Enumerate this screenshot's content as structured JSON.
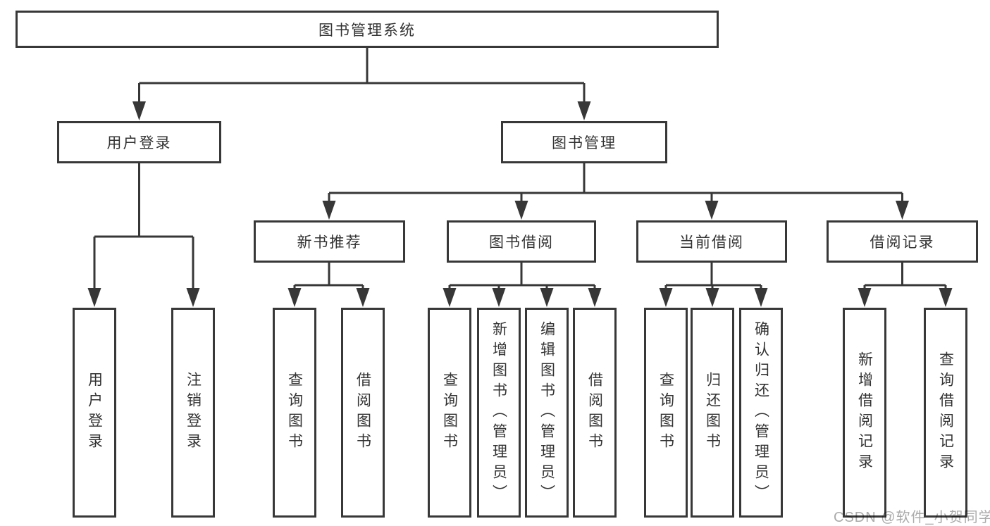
{
  "root": {
    "label": "图书管理系统"
  },
  "level2": [
    {
      "label": "用户登录"
    },
    {
      "label": "图书管理"
    }
  ],
  "level3": [
    {
      "label": "新书推荐"
    },
    {
      "label": "图书借阅"
    },
    {
      "label": "当前借阅"
    },
    {
      "label": "借阅记录"
    }
  ],
  "leaves": [
    {
      "label": "用户登录"
    },
    {
      "label": "注销登录"
    },
    {
      "label": "查询图书"
    },
    {
      "label": "借阅图书"
    },
    {
      "label": "查询图书"
    },
    {
      "label": "新增图书（管理员）"
    },
    {
      "label": "编辑图书（管理员）"
    },
    {
      "label": "借阅图书"
    },
    {
      "label": "查询图书"
    },
    {
      "label": "归还图书"
    },
    {
      "label": "确认归还（管理员）"
    },
    {
      "label": "新增借阅记录"
    },
    {
      "label": "查询借阅记录"
    }
  ],
  "watermark": {
    "text": "CSDN @软件_小贺同学"
  },
  "colors": {
    "line": "#373737",
    "text": "#333333",
    "watermark": "#ababab",
    "background": "#ffffff"
  }
}
